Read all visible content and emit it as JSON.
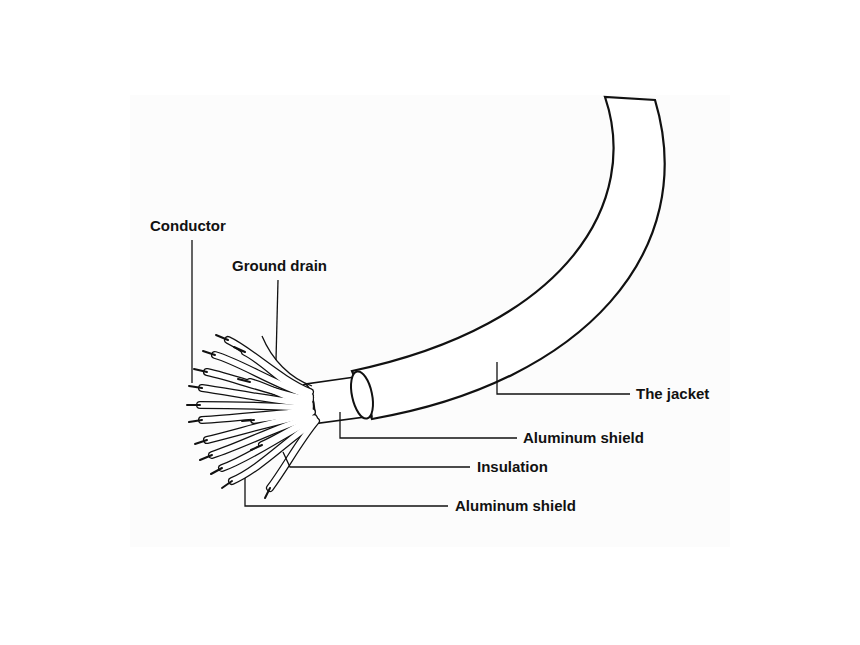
{
  "diagram": {
    "labels": [
      "Conductor",
      "Ground drain",
      "The jacket",
      "Aluminum shield",
      "Insulation",
      "Aluminum shield"
    ]
  }
}
